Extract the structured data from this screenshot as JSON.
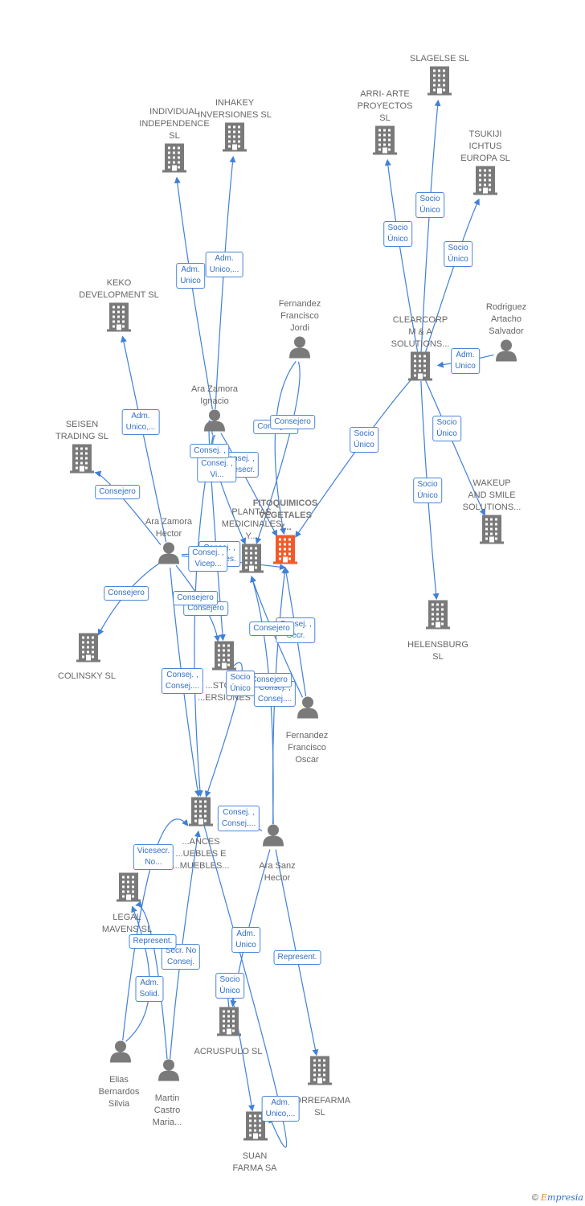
{
  "building_color": "#7a7a7a",
  "focus_color": "#f25a28",
  "person_color": "#7a7a7a",
  "edge_color": "#3f80d8",
  "nodes": [
    {
      "id": "slagelse",
      "type": "company",
      "lines": [
        "SLAGELSE  SL"
      ],
      "label_pos": "above"
    },
    {
      "id": "arri",
      "type": "company",
      "lines": [
        "ARRI-  ARTE",
        "PROYECTOS",
        "SL"
      ],
      "label_pos": "above"
    },
    {
      "id": "tsukiji",
      "type": "company",
      "lines": [
        "TSUKIJI",
        "ICHTUS",
        "EUROPA  SL"
      ],
      "label_pos": "above"
    },
    {
      "id": "individual",
      "type": "company",
      "lines": [
        "INDIVIDUAL",
        "INDEPENDENCE",
        "SL"
      ],
      "label_pos": "above"
    },
    {
      "id": "inhakey",
      "type": "company",
      "lines": [
        "INHAKEY",
        "INVERSIONES SL"
      ],
      "label_pos": "above"
    },
    {
      "id": "keko",
      "type": "company",
      "lines": [
        "KEKO",
        "DEVELOPMENT SL"
      ],
      "label_pos": "above"
    },
    {
      "id": "fernandez_jordi",
      "type": "person",
      "lines": [
        "Fernandez",
        "Francisco",
        "Jordi"
      ],
      "label_pos": "above"
    },
    {
      "id": "rodriguez",
      "type": "person",
      "lines": [
        "Rodriguez",
        "Artacho",
        "Salvador"
      ],
      "label_pos": "above"
    },
    {
      "id": "clearcorp",
      "type": "company",
      "lines": [
        "CLEARCORP",
        "M & A",
        "SOLUTIONS..."
      ],
      "label_pos": "above"
    },
    {
      "id": "ara_ignacio",
      "type": "person",
      "lines": [
        "Ara Zamora",
        "Ignacio"
      ],
      "label_pos": "above"
    },
    {
      "id": "seisen",
      "type": "company",
      "lines": [
        "SEISEN",
        "TRADING SL"
      ],
      "label_pos": "above"
    },
    {
      "id": "fitoquimicos",
      "type": "focus",
      "lines": [
        "FITOQUIMICOS",
        "VEGETALES",
        "Y..."
      ],
      "label_pos": "above"
    },
    {
      "id": "plantas",
      "type": "company",
      "lines": [
        "PLANTAS",
        "MEDICINALES",
        "Y..."
      ],
      "label_pos": "above"
    },
    {
      "id": "wakeup",
      "type": "company",
      "lines": [
        "WAKEUP",
        "AND SMILE",
        "SOLUTIONS..."
      ],
      "label_pos": "above"
    },
    {
      "id": "ara_hector",
      "type": "person",
      "lines": [
        "Ara Zamora",
        "Hector"
      ],
      "label_pos": "above"
    },
    {
      "id": "helensburg",
      "type": "company",
      "lines": [
        "HELENSBURG",
        "SL"
      ],
      "label_pos": "below"
    },
    {
      "id": "colinsky",
      "type": "company",
      "lines": [
        "COLINSKY  SL"
      ],
      "label_pos": "below"
    },
    {
      "id": "stock",
      "type": "company",
      "lines": [
        "...STOCK",
        "...ERSIONES"
      ],
      "label_pos": "below"
    },
    {
      "id": "fernandez_oscar",
      "type": "person",
      "lines": [
        "Fernandez",
        "Francisco",
        "Oscar"
      ],
      "label_pos": "below"
    },
    {
      "id": "ances",
      "type": "company",
      "lines": [
        "...ANCES",
        "...UEBLES E",
        "...MUEBLES..."
      ],
      "label_pos": "below"
    },
    {
      "id": "ara_sanz",
      "type": "person",
      "lines": [
        "Ara Sanz",
        "Hector"
      ],
      "label_pos": "below"
    },
    {
      "id": "legal",
      "type": "company",
      "lines": [
        "LEGAL",
        "MAVENS SL"
      ],
      "label_pos": "below"
    },
    {
      "id": "acruspulo",
      "type": "company",
      "lines": [
        "ACRUSPULO SL"
      ],
      "label_pos": "below"
    },
    {
      "id": "elias",
      "type": "person",
      "lines": [
        "Elias",
        "Bernardos",
        "Silvia"
      ],
      "label_pos": "below"
    },
    {
      "id": "martin",
      "type": "person",
      "lines": [
        "Martin",
        "Castro",
        "Maria..."
      ],
      "label_pos": "below"
    },
    {
      "id": "torrefarma",
      "type": "company",
      "lines": [
        "TORREFARMA",
        "SL"
      ],
      "label_pos": "below"
    },
    {
      "id": "suan",
      "type": "company",
      "lines": [
        "SUAN",
        "FARMA SA"
      ],
      "label_pos": "below"
    }
  ],
  "edges": [
    {
      "from": "clearcorp",
      "to": "slagelse",
      "label": [
        "Socio",
        "Único"
      ]
    },
    {
      "from": "clearcorp",
      "to": "arri",
      "label": [
        "Socio",
        "Único"
      ]
    },
    {
      "from": "clearcorp",
      "to": "tsukiji",
      "label": [
        "Socio",
        "Único"
      ]
    },
    {
      "from": "rodriguez",
      "to": "clearcorp",
      "label": [
        "Adm.",
        "Unico"
      ]
    },
    {
      "from": "clearcorp",
      "to": "fitoquimicos",
      "label": [
        "Socio",
        "Único"
      ]
    },
    {
      "from": "clearcorp",
      "to": "wakeup",
      "label": [
        "Socio",
        "Único"
      ]
    },
    {
      "from": "clearcorp",
      "to": "helensburg",
      "label": [
        "Socio",
        "Único"
      ]
    },
    {
      "from": "ara_ignacio",
      "to": "individual",
      "label": [
        "Adm.",
        "Unico"
      ]
    },
    {
      "from": "ara_ignacio",
      "to": "inhakey",
      "label": [
        "Adm.",
        "Unico,..."
      ]
    },
    {
      "from": "ara_hector",
      "to": "keko",
      "label": [
        "Adm.",
        "Unico,..."
      ]
    },
    {
      "from": "ara_hector",
      "to": "seisen",
      "label": [
        "Consejero"
      ]
    },
    {
      "from": "ara_hector",
      "to": "colinsky",
      "label": [
        "Consejero"
      ]
    },
    {
      "from": "fernandez_jordi",
      "to": "fitoquimicos",
      "label": [
        "Consejero"
      ]
    },
    {
      "from": "fernandez_jordi",
      "to": "plantas",
      "label": [
        "Consejero"
      ]
    },
    {
      "from": "ara_ignacio",
      "to": "fitoquimicos",
      "label": [
        "Consej. ,",
        "Vicesecr."
      ]
    },
    {
      "from": "ara_ignacio",
      "to": "plantas",
      "label": [
        "Consej. ,",
        "Vi..."
      ]
    },
    {
      "from": "ara_hector",
      "to": "plantas",
      "label": [
        "Consej. ,",
        "Vicepres."
      ]
    },
    {
      "from": "ara_hector",
      "to": "fitoquimicos",
      "label": [
        "Consej. ,",
        "Vicep..."
      ]
    },
    {
      "from": "ara_hector",
      "to": "stock",
      "label": [
        "Consejero"
      ]
    },
    {
      "from": "ara_hector",
      "to": "ances",
      "label": [
        "Consej. ,",
        "Consej...."
      ]
    },
    {
      "from": "ara_ignacio",
      "to": "ances",
      "label": [
        "Consejero"
      ]
    },
    {
      "from": "ara_ignacio",
      "to": "stock",
      "label": [
        "Consej. ,"
      ]
    },
    {
      "from": "fernandez_oscar",
      "to": "fitoquimicos",
      "label": [
        "Consej. ,",
        "Secr."
      ]
    },
    {
      "from": "fernandez_oscar",
      "to": "plantas",
      "label": [
        "Consejero"
      ]
    },
    {
      "from": "ara_sanz",
      "to": "fitoquimicos",
      "label": [
        "Consej. ,",
        "Consej...."
      ]
    },
    {
      "from": "ara_sanz",
      "to": "plantas",
      "label": [
        "Consejero"
      ]
    },
    {
      "from": "stock",
      "to": "ances",
      "label": [
        "Socio",
        "Único"
      ]
    },
    {
      "from": "ara_sanz",
      "to": "ances",
      "label": [
        "Consej. ,",
        "Consej...."
      ]
    },
    {
      "from": "ara_sanz",
      "to": "acruspulo",
      "label": [
        "Adm.",
        "Unico"
      ]
    },
    {
      "from": "ara_sanz",
      "to": "torrefarma",
      "label": [
        "Represent."
      ]
    },
    {
      "from": "ances",
      "to": "suan",
      "label": [
        "Adm.",
        "Unico,..."
      ]
    },
    {
      "from": "acruspulo",
      "to": "suan",
      "label": [
        "Socio",
        "Único"
      ]
    },
    {
      "from": "martin",
      "to": "ances",
      "label": [
        "Secr.  No",
        "Consej."
      ]
    },
    {
      "from": "elias",
      "to": "ances",
      "label": [
        "Vicesecr.",
        "No..."
      ]
    },
    {
      "from": "martin",
      "to": "legal",
      "label": [
        "Represent."
      ]
    },
    {
      "from": "elias",
      "to": "legal",
      "label": [
        "Adm.",
        "Solid."
      ]
    }
  ],
  "footer": {
    "copyright": "©",
    "brand_initial": "E",
    "brand_rest": "mpresia"
  }
}
